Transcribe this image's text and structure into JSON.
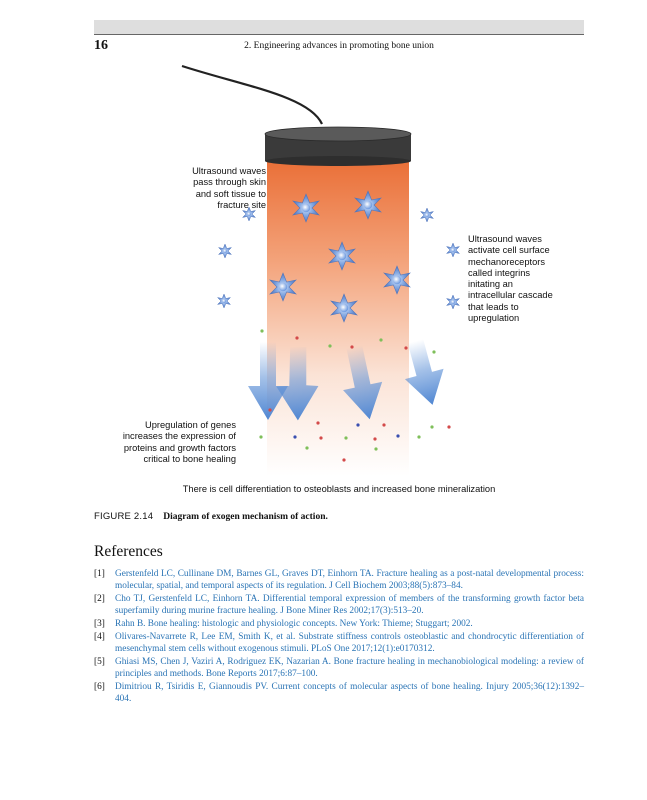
{
  "header": {
    "page_number": "16",
    "running_title": "2.  Engineering advances in promoting bone union"
  },
  "figure": {
    "label_top_left": "Ultrasound waves\npass through skin\nand soft tissue to\nfracture site",
    "label_right": "Ultrasound waves\nactivate cell surface\nmechanoreceptors\ncalled integrins\ninitating an\nintracellular cascade\nthat leads to\nupregulation",
    "label_bottom_left": "Upregulation of genes\nincreases the expression of\nproteins and growth factors\ncritical to bone healing",
    "label_bottom": "There is cell differentiation to osteoblasts and increased bone mineralization",
    "colors": {
      "probe": "#3f3f3f",
      "gradient_top": "#e8652a",
      "gradient_bottom": "#ffffff",
      "star": "#7a9fd8",
      "arrow": "#5b8fd6"
    },
    "icons": [
      "ultrasound-probe-icon",
      "cell-star-icon",
      "signal-arrow-icon",
      "protein-dot-icon"
    ]
  },
  "caption": {
    "label": "FIGURE 2.14",
    "text": "Diagram of exogen mechanism of action."
  },
  "references": {
    "heading": "References",
    "items": [
      {
        "num": "[1]",
        "text": "Gerstenfeld LC, Cullinane DM, Barnes GL, Graves DT, Einhorn TA. Fracture healing as a post-natal developmental process: molecular, spatial, and temporal aspects of its regulation. J Cell Biochem 2003;88(5):873–84."
      },
      {
        "num": "[2]",
        "text": "Cho TJ, Gerstenfeld LC, Einhorn TA. Differential temporal expression of members of the transforming growth factor beta superfamily during murine fracture healing. J Bone Miner Res 2002;17(3):513–20."
      },
      {
        "num": "[3]",
        "text": "Rahn B. Bone healing: histologic and physiologic concepts. New York: Thieme; Stuggart; 2002."
      },
      {
        "num": "[4]",
        "text": "Olivares-Navarrete R, Lee EM, Smith K, et al. Substrate stiffness controls osteoblastic and chondrocytic differentiation of mesenchymal stem cells without exogenous stimuli. PLoS One 2017;12(1):e0170312."
      },
      {
        "num": "[5]",
        "text": "Ghiasi MS, Chen J, Vaziri A, Rodriguez EK, Nazarian A. Bone fracture healing in mechanobiological modeling: a review of principles and methods. Bone Reports 2017;6:87–100."
      },
      {
        "num": "[6]",
        "text": "Dimitriou R, Tsiridis E, Giannoudis PV. Current concepts of molecular aspects of bone healing. Injury 2005;36(12):1392–404."
      }
    ]
  }
}
